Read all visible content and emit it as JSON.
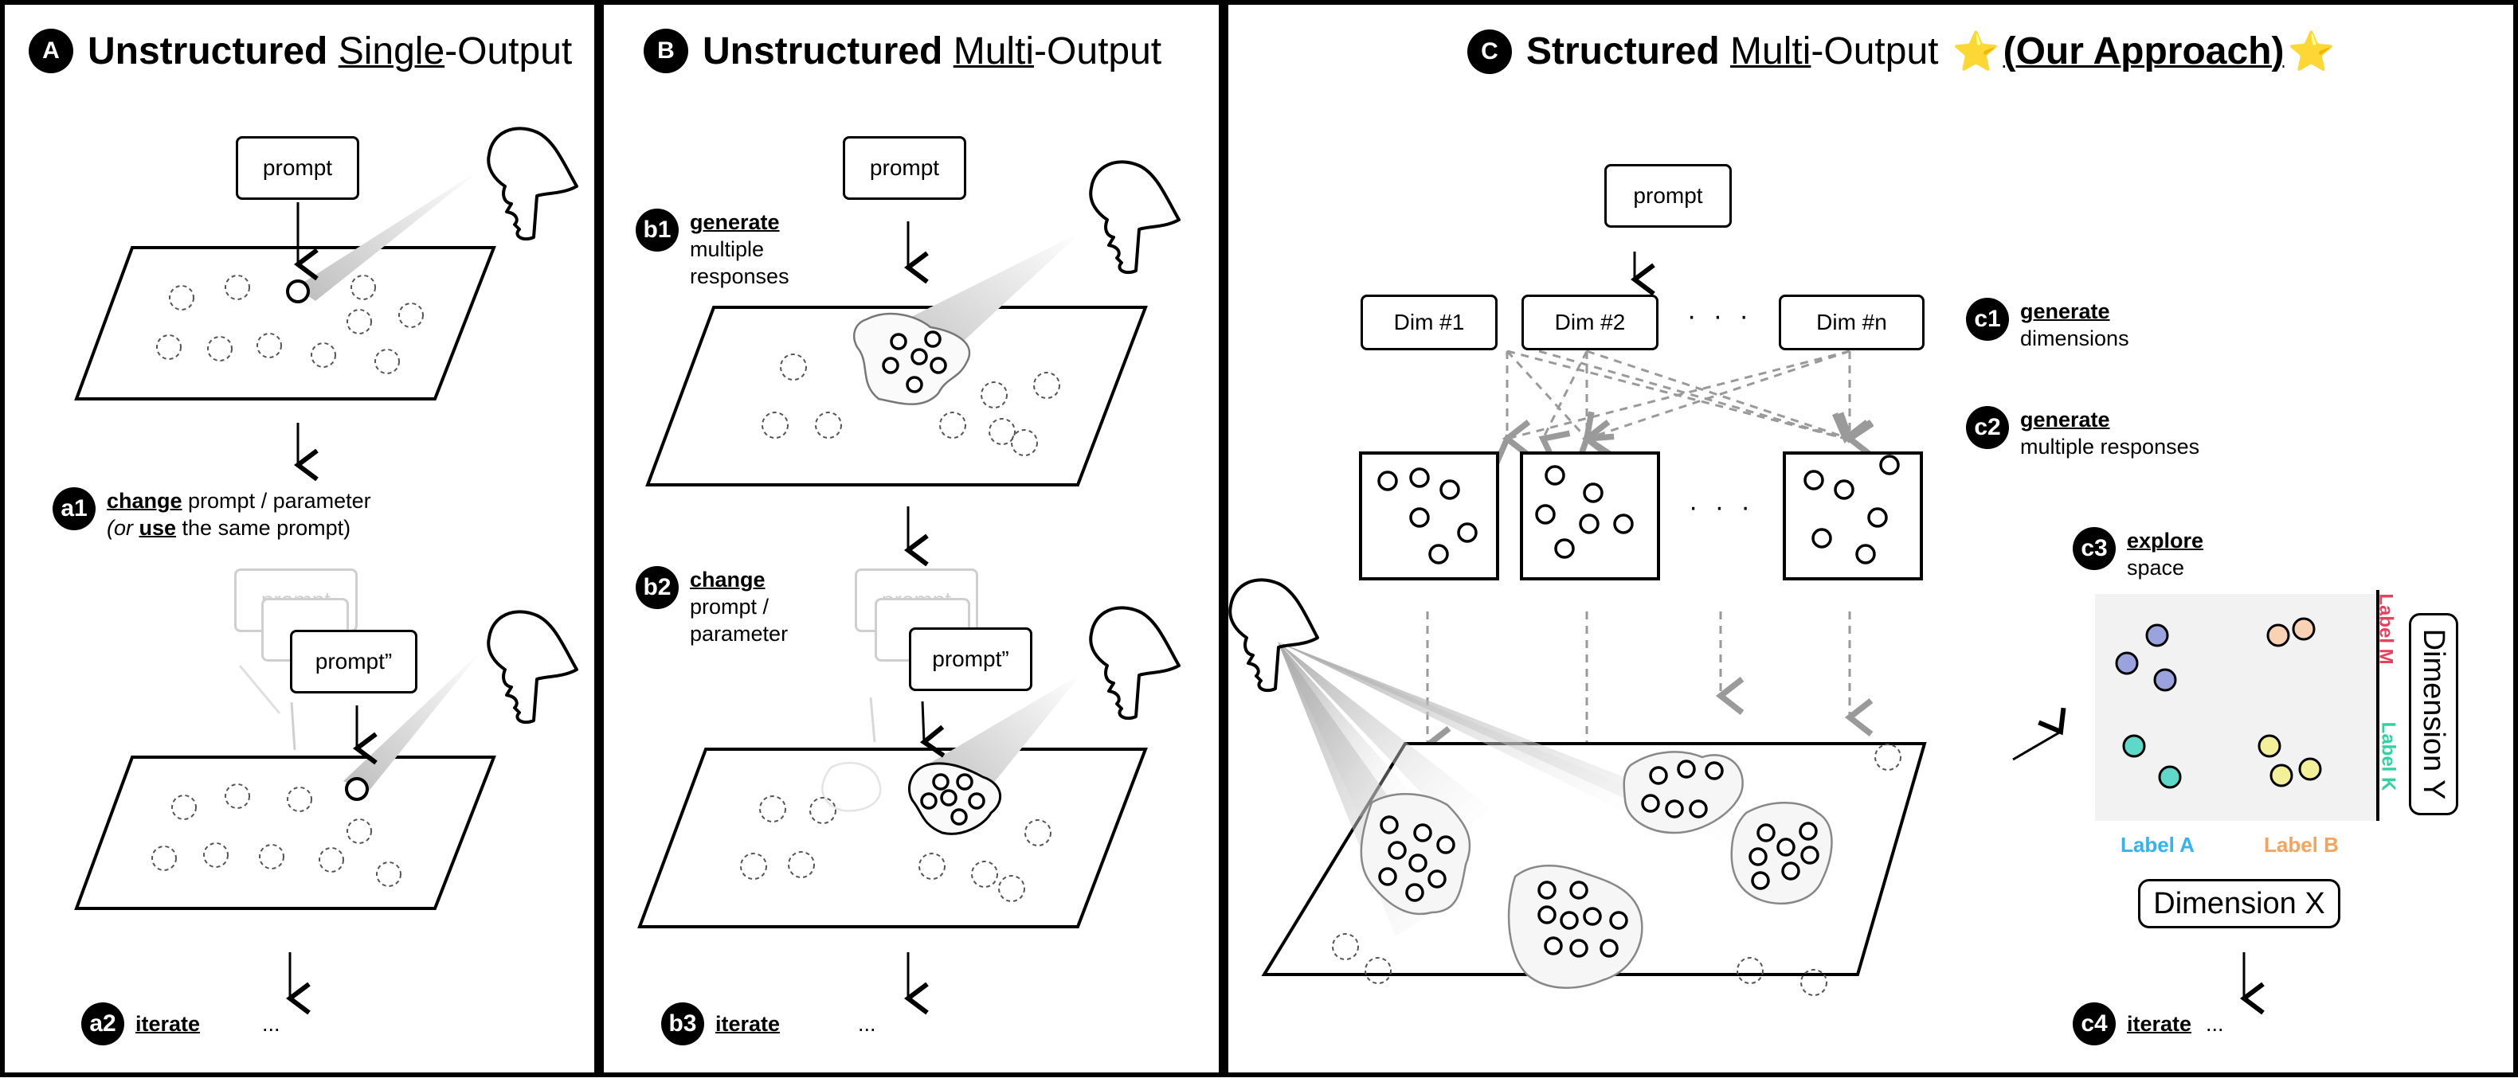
{
  "colors": {
    "label_m": "#e8415c",
    "label_k": "#2fd3a0",
    "label_a": "#33b4f0",
    "label_b": "#f4a45e",
    "star": "#f4c20d",
    "cluster_purple": "#9aa3dd",
    "cluster_peach": "#f8d2b2",
    "cluster_teal": "#5ed9c9",
    "cluster_yellow": "#f3f09a"
  },
  "panel_a": {
    "badge": "A",
    "title_bold": "Unstructured",
    "title_underlined": "Single",
    "title_rest": "-Output",
    "prompt_top": "prompt",
    "prompt_ghost_1": "prompt",
    "prompt_ghost_2": "prompt",
    "prompt_bottom": "prompt”",
    "step_a1": {
      "badge": "a1",
      "verb": "change",
      "rest": " prompt / parameter",
      "line2_open": "(or ",
      "line2_verb": "use",
      "line2_rest": " the same prompt)"
    },
    "step_a2": {
      "badge": "a2",
      "verb": "iterate",
      "ellipsis": "..."
    },
    "icons": [
      "head-icon"
    ]
  },
  "panel_b": {
    "badge": "B",
    "title_bold": "Unstructured",
    "title_underlined": "Multi",
    "title_rest": "-Output",
    "prompt_top": "prompt",
    "prompt_ghost": "prompt",
    "prompt_bottom": "prompt”",
    "step_b1": {
      "badge": "b1",
      "verb": "generate",
      "line2": "multiple",
      "line3": "responses"
    },
    "step_b2": {
      "badge": "b2",
      "verb": "change",
      "line2": "prompt /",
      "line3": "parameter"
    },
    "step_b3": {
      "badge": "b3",
      "verb": "iterate",
      "ellipsis": "..."
    }
  },
  "panel_c": {
    "badge": "C",
    "title_bold": "Structured",
    "title_underlined": "Multi",
    "title_rest": "-Output",
    "title_star": "⭐",
    "title_approach": "(Our Approach)",
    "prompt": "prompt",
    "dims": [
      "Dim #1",
      "Dim #2",
      "Dim #n"
    ],
    "dims_ellipsis": "· · ·",
    "grid_ellipsis": "· · ·",
    "step_c1": {
      "badge": "c1",
      "verb": "generate",
      "line2": "dimensions"
    },
    "step_c2": {
      "badge": "c2",
      "verb": "generate",
      "line2": "multiple responses"
    },
    "step_c3": {
      "badge": "c3",
      "verb": "explore",
      "line2": "space"
    },
    "step_c4": {
      "badge": "c4",
      "verb": "iterate",
      "ellipsis": "..."
    },
    "label_m": "Label M",
    "label_k": "Label K",
    "label_a": "Label A",
    "label_b": "Label B",
    "dimension_x": "Dimension X",
    "dimension_y": "Dimension Y"
  }
}
